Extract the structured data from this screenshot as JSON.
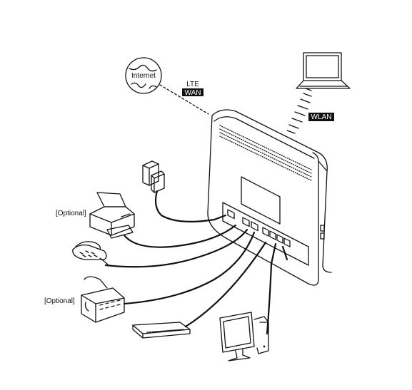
{
  "labels": {
    "internet": "Internet",
    "lte": "LTE",
    "wan": "WAN",
    "wlan": "WLAN",
    "optional_printer": "[Optional]",
    "optional_fax": "[Optional]"
  },
  "colors": {
    "line": "#111111",
    "badge_bg": "#111111",
    "badge_text": "#ffffff",
    "background": "#ffffff"
  }
}
